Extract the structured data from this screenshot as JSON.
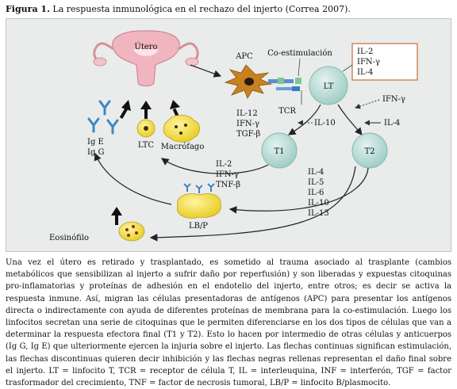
{
  "figure": {
    "number_label": "Figura 1.",
    "title": " La respuesta inmunológica en el rechazo del injerto (Correa 2007)."
  },
  "diagram": {
    "utero": "Útero",
    "apc": "APC",
    "coestimulacion": "Co-estimulación",
    "lt": "LT",
    "tcr": "TCR",
    "box_cytokines": [
      "IL-2",
      "IFN-γ",
      "IL-4"
    ],
    "ifn_gamma_right": "IFN-γ",
    "apc_cytokines": [
      "IL-12",
      "IFN-γ",
      "TGF-β"
    ],
    "il10_inhibit": "IL-10",
    "il4_right": "IL-4",
    "t1": "T1",
    "t2": "T2",
    "t1_cytokines": [
      "IL-2",
      "IFN-γ",
      "TNF-β"
    ],
    "t2_cytokines": [
      "IL-4",
      "IL-5",
      "IL-6",
      "IL-10",
      "IL-13"
    ],
    "ig_e": "Ig E",
    "ig_g": "Ig G",
    "ltc": "LTC",
    "macrofago": "Macrófago",
    "lbp": "LB/P",
    "eosinofilo": "Eosinófilo"
  },
  "legend": "Una vez el útero es retirado y trasplantado, es sometido al trauma asociado al trasplante (cambios metabólicos que sensibilizan al injerto a sufrir daño por reperfusión) y son liberadas y expuestas citoquinas pro-inflamatorias y proteínas de adhesión en el endotelio del injerto, entre otros; es decir se activa la respuesta inmune. Así, migran las células presentadoras de antígenos (APC) para presentar los antígenos directa o indirectamente con ayuda de diferentes proteínas de membrana para la co-estimulación. Luego los linfocitos secretan una serie de citoquinas que le permiten diferenciarse en los dos tipos de células que van a determinar la respuesta efectora final (T1 y T2). Esto lo hacen por intermedio de otras células y anticuerpos (Ig G, Ig E) que ulteriormente ejercen la injuria sobre el injerto. Las flechas continuas significan estimulación, las flechas discontinuas quieren decir inhibición y las flechas negras rellenas representan el daño final sobre el injerto. LT = linfocito T, TCR = receptor de célula T, IL = interleuquina, INF = interferón, TGF = factor trasformador del crecimiento, TNF = factor de necrosis tumoral, LB/P = linfocito B/plasmocito.",
  "colors": {
    "diagram_bg": "#e9ecea",
    "lymphocyte": "#b7d9d3",
    "apc_body": "#c9811f",
    "yellow_cells": "#f2dc3a",
    "antibody": "#3f86c5",
    "uterus": "#f0b5be",
    "box_border": "#c86a3a"
  }
}
